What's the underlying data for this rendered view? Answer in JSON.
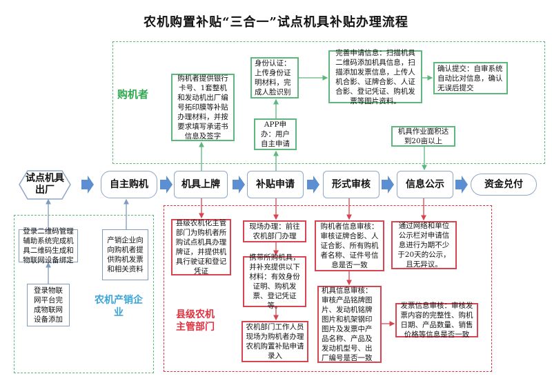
{
  "title": "农机购置补贴“三合一”试点机具补贴办理流程",
  "colors": {
    "buyer_zone": "#5cb87a",
    "enterprise_zone": "#3aa3d9",
    "county_zone": "#e0313f",
    "arrow": "#5b8fd1"
  },
  "main_flow": [
    "试点机具出厂",
    "自主购机",
    "机具上牌",
    "补贴申请",
    "形式审核",
    "信息公示",
    "资金兑付"
  ],
  "buyer": {
    "label": "购机者",
    "bank_info": "购机者提供银行卡号、1套整机和发动机出厂编号拓印膜等补贴办理材料，并按要求填写承诺书信息及签字",
    "identity": "身份认证：上传身份证明材料，完成人脸识别",
    "app_apply": "APP申办：用户自主申请",
    "complete_info": "完善申请信息：扫描机具二维码添加机具信息，扫描添加发票信息，上传人机合影、证牌合影、人证合影、登记凭证、购机发票等图片资料。",
    "confirm": "确认提交：自审系统自动比对信息，确认无误后提交",
    "work_area": "机具作业面积达到20亩以上"
  },
  "enterprise": {
    "label": "农机产销企业",
    "qr_login": "登录二维码管理辅助系统完成机具二维码生成和物联网设备绑定",
    "iot_login": "登录物联网平台完成物联网设备添加",
    "invoice": "产销企业向向购机者提供购机发票和相关资料"
  },
  "county": {
    "label": "县级农机主管部门",
    "plate": "县级农机化主管部门为购机者所购试点机具办理牌证，并提供机具行驶证和登记凭证",
    "onsite": "现场办理：前往农机部门办理",
    "carry": "携带所购机具，并补充提供以下材料：有效身份证明、购机发票、登记凭证等。",
    "staff_entry": "农机部门工作人员现场为购机者办理农机购置补贴申请录入",
    "buyer_review": "购机者信息审核：审核证牌合影、人证合影、所有购机者名称、证件号信息是否一致",
    "machine_review": "机具信息审核：审核产品铭牌图片、发动机铭牌图片和机架钢印图片及发票中产品名称、产品及发动机型号、出厂编号是否一致",
    "invoice_review": "发票信息审核：审核发票内容的完整性、购机日期、产品数量、销售价格等信息是否一致",
    "publicity": "通过网络和单位公示栏对申请信息进行为期不少于20天的公示，且无异议。"
  }
}
